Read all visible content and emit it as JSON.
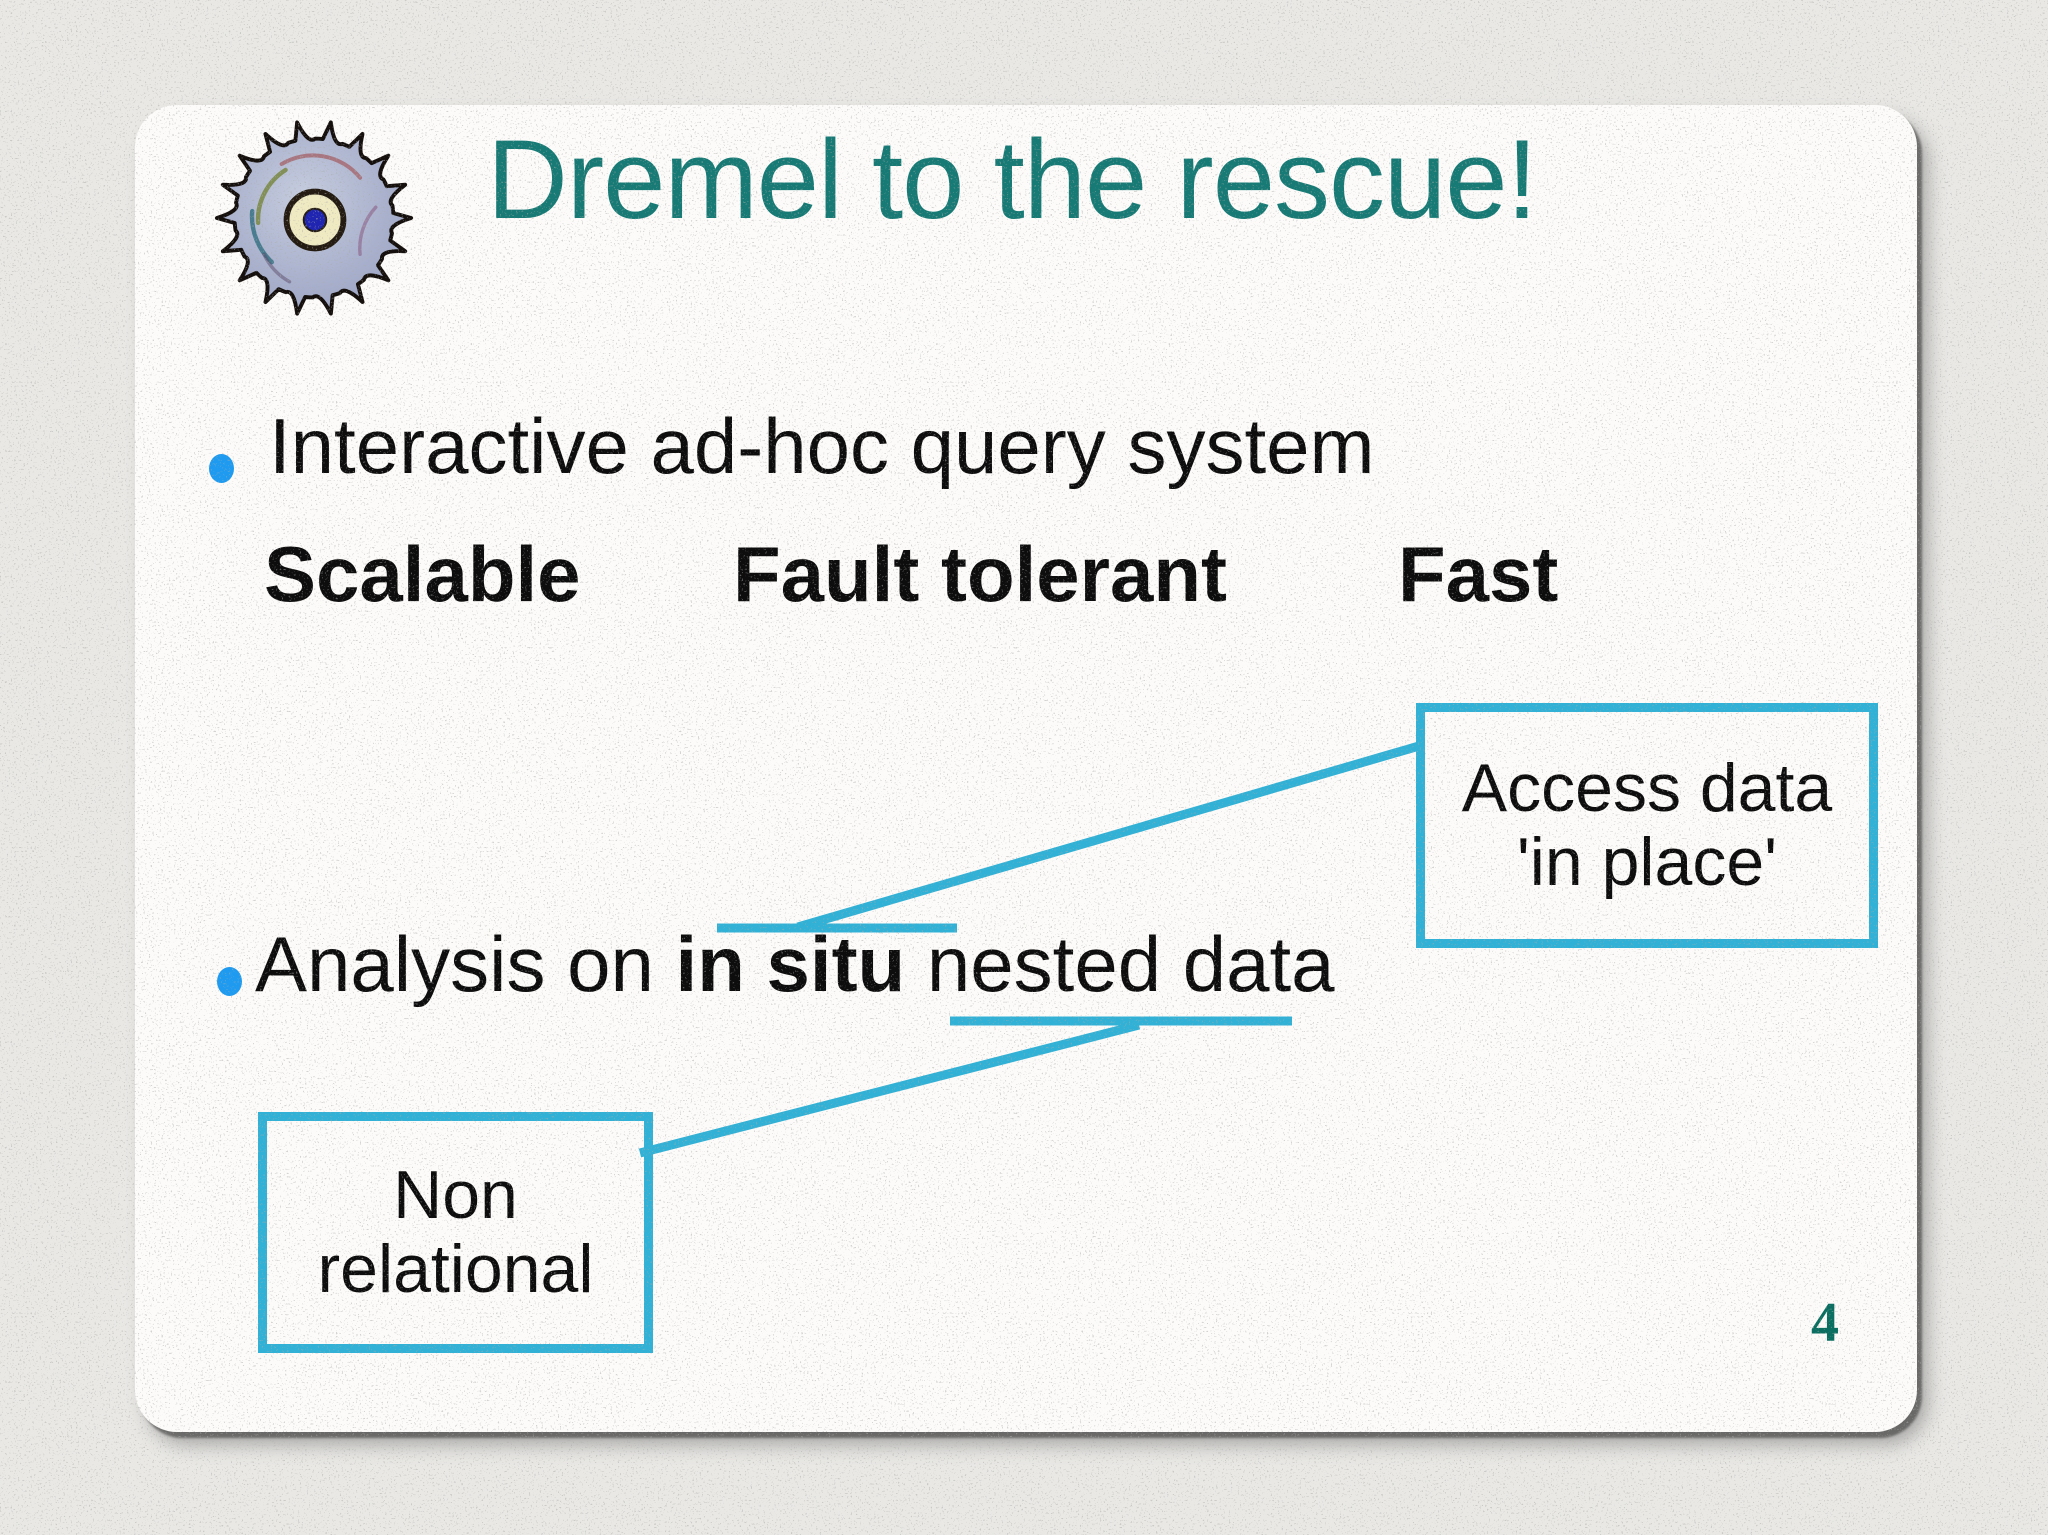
{
  "slide": {
    "title": "Dremel to the rescue!",
    "logo_icon": "saw-blade-icon",
    "bullets": [
      {
        "text": "Interactive ad-hoc query system"
      },
      {
        "prefix": "Analysis on ",
        "bold": "in situ ",
        "underlined": "nested data"
      }
    ],
    "features": [
      "Scalable",
      "Fault tolerant",
      "Fast"
    ],
    "callouts": [
      {
        "lines": [
          "Access data",
          "'in place'"
        ]
      },
      {
        "lines": [
          "Non",
          "relational"
        ]
      }
    ],
    "page_number": "4"
  },
  "colors": {
    "accent_cyan": "#31b1d6",
    "bullet_blue": "#1e9bf0",
    "title_teal": "#177a75",
    "page_teal": "#0a6e60",
    "text_black": "#0d0d0d"
  }
}
